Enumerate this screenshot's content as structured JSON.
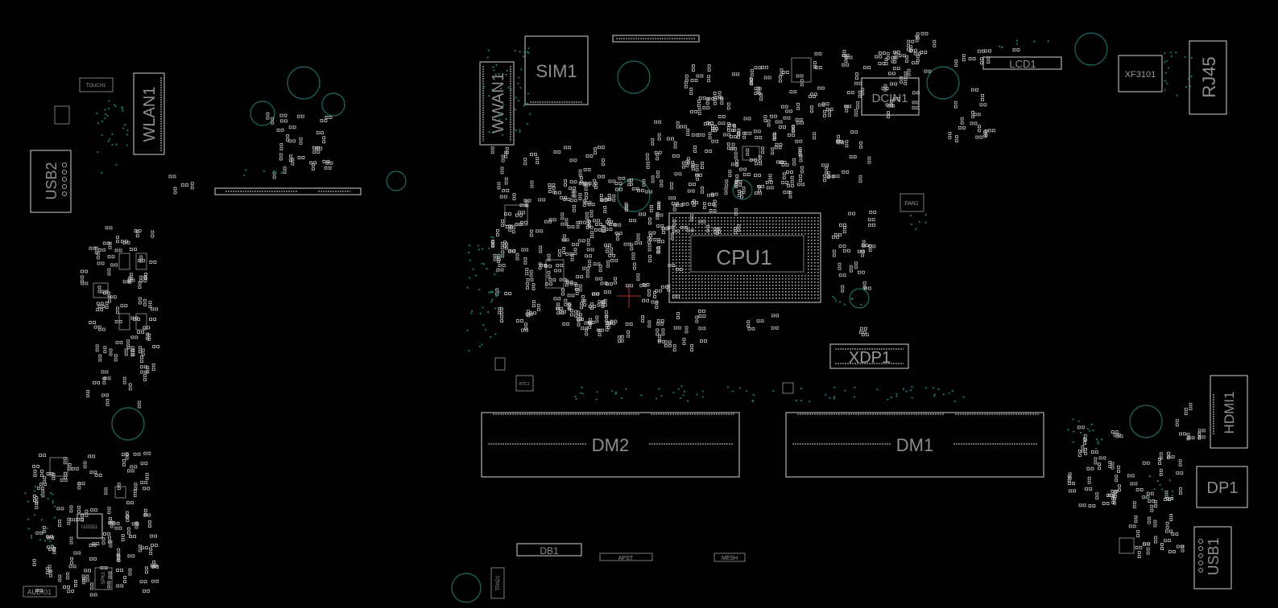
{
  "board": {
    "background": "#000000",
    "outline_color": "#bdbdbd",
    "via_color": "#1a7a6e",
    "mounting_hole_color": "#1f6b63",
    "cursor_color": "#b03030"
  },
  "components": {
    "sim1": "SIM1",
    "wwan1": "WWAN1",
    "wlan1": "WLAN1",
    "usb2": "USB2",
    "touch1": "TOUCH1",
    "dcin1": "DCIN1",
    "lcd1": "LCD1",
    "xf3101": "XF3101",
    "rj45": "RJ45",
    "cpu1": "CPU1",
    "fan1": "FAN1",
    "xdp1": "XDP1",
    "hdmi1": "HDMI1",
    "dp1": "DP1",
    "usb1": "USB1",
    "dm2": "DM2",
    "dm1": "DM1",
    "db1": "DB1",
    "apst": "APST",
    "mesh": "MESH",
    "audio1": "AUDIO1",
    "tpad1": "TPAD1",
    "spk1": "SPK1",
    "u2gd1": "U2GD1",
    "rtc1": "RTC1"
  }
}
